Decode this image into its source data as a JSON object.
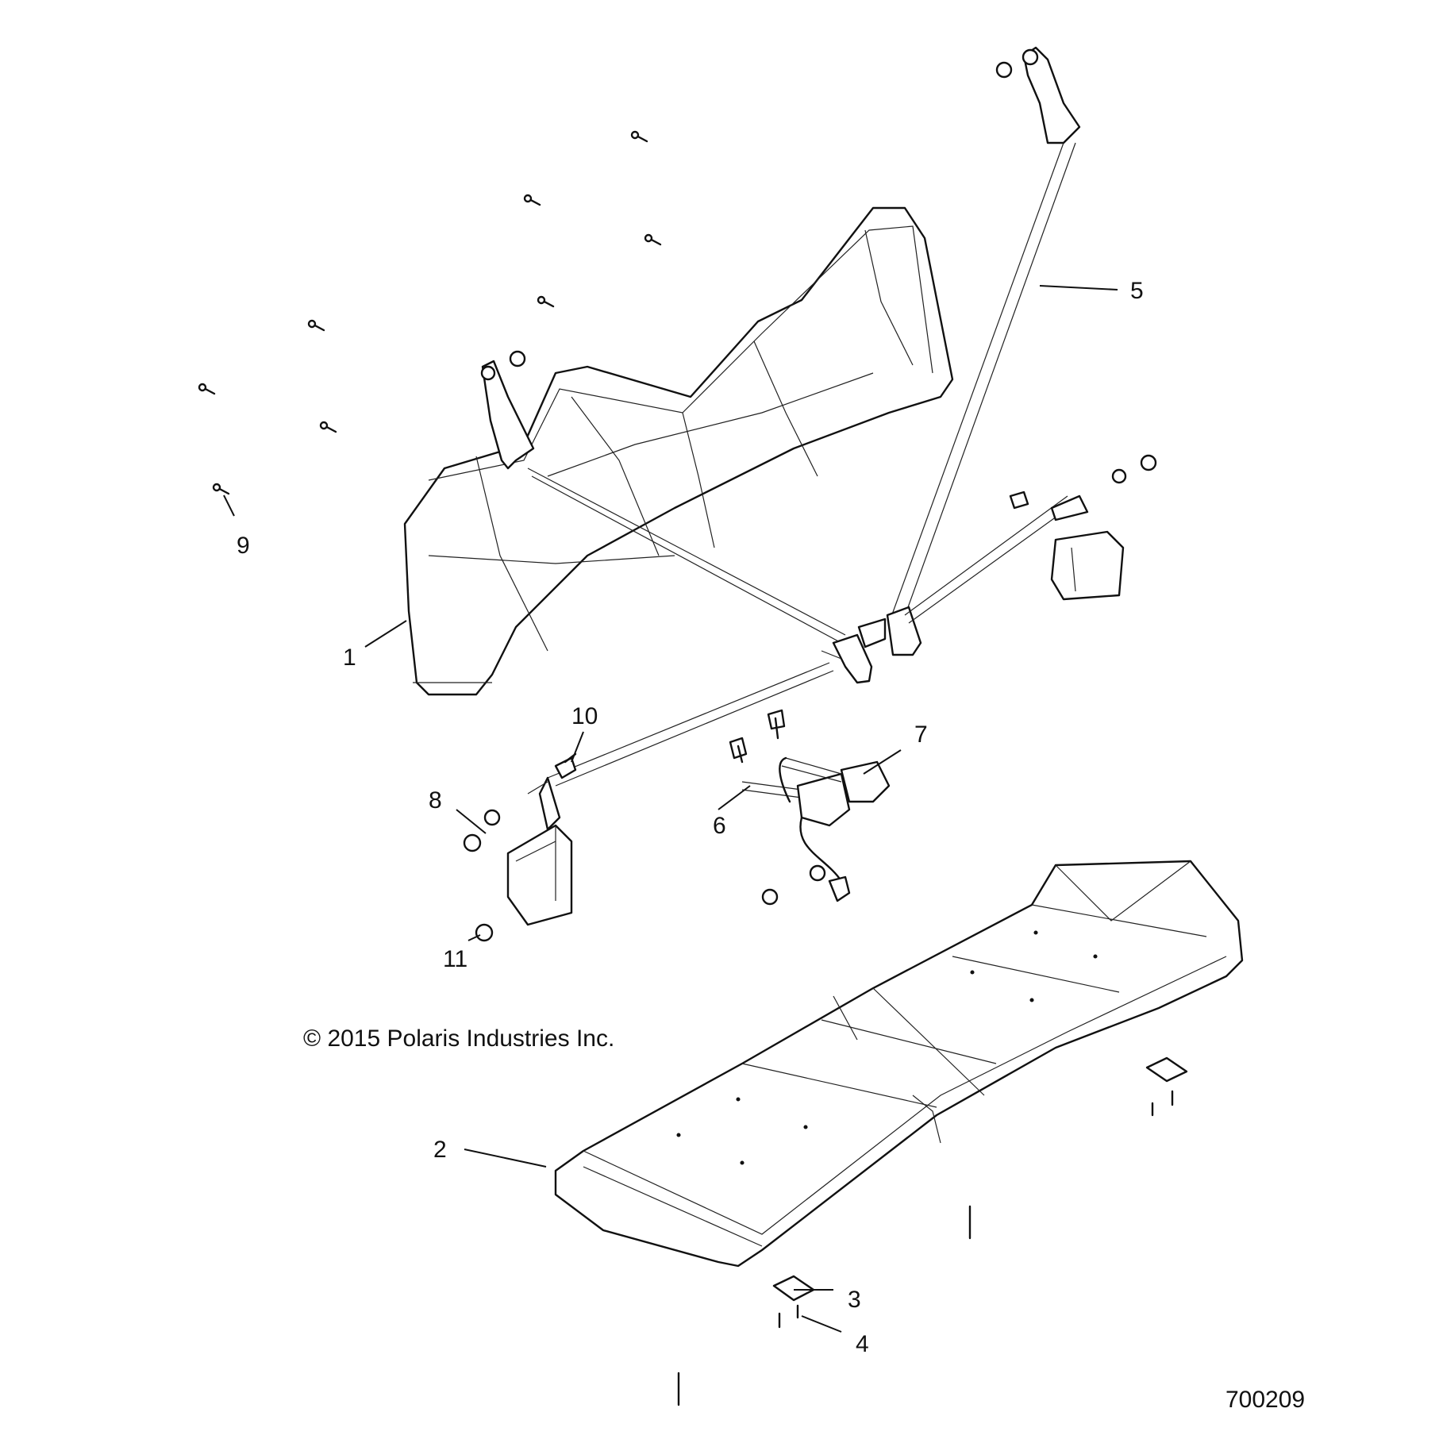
{
  "callouts": [
    {
      "id": "1",
      "label": "1"
    },
    {
      "id": "2",
      "label": "2"
    },
    {
      "id": "3",
      "label": "3"
    },
    {
      "id": "4",
      "label": "4"
    },
    {
      "id": "5",
      "label": "5"
    },
    {
      "id": "6",
      "label": "6"
    },
    {
      "id": "7",
      "label": "7"
    },
    {
      "id": "8",
      "label": "8"
    },
    {
      "id": "9",
      "label": "9"
    },
    {
      "id": "10",
      "label": "10"
    },
    {
      "id": "11",
      "label": "11"
    }
  ],
  "copyright": "© 2015 Polaris Industries Inc.",
  "part_number": "700209",
  "colors": {
    "line": "#111111",
    "background": "#ffffff"
  }
}
